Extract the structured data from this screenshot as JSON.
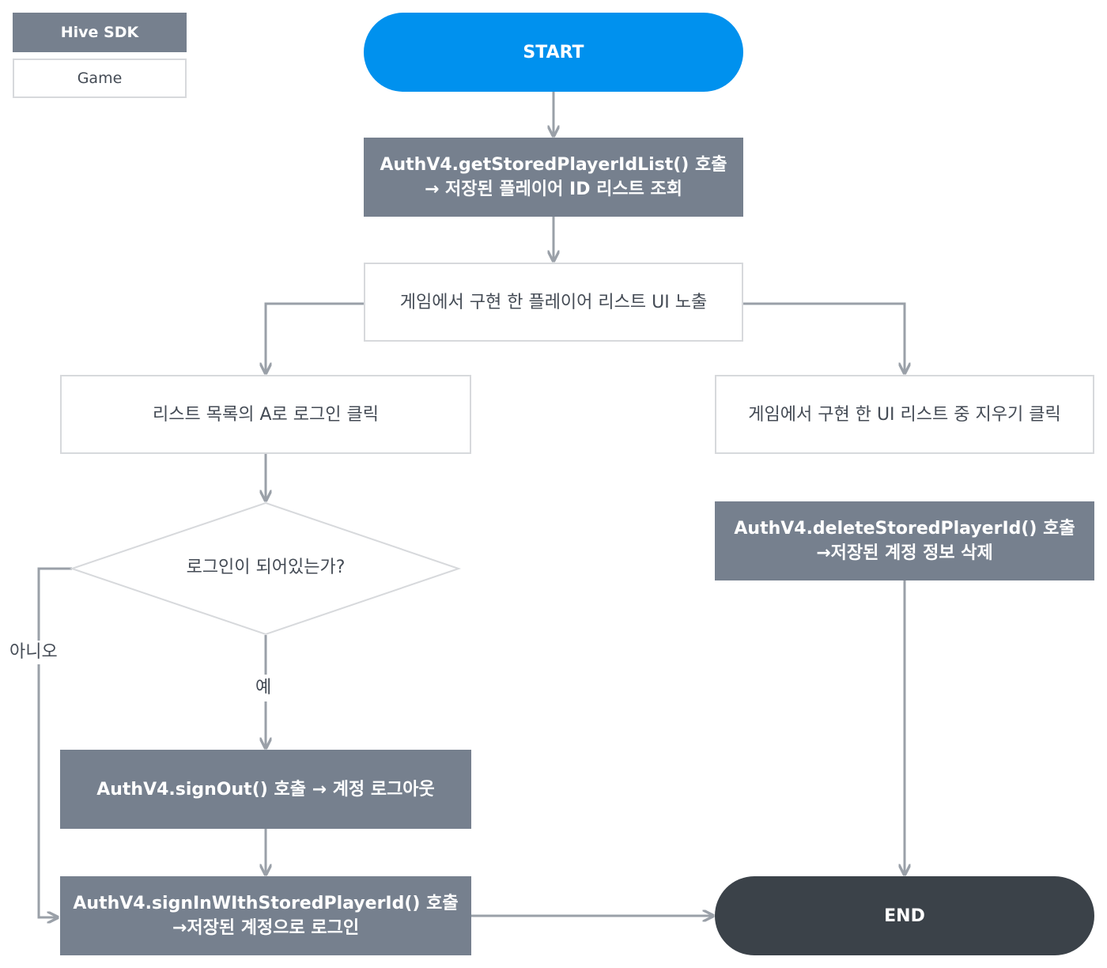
{
  "legend": {
    "sdk": "Hive SDK",
    "game": "Game"
  },
  "nodes": {
    "start": "START",
    "get_list": [
      "AuthV4.getStoredPlayerIdList() 호출",
      "→ 저장된 플레이어 ID 리스트 조회"
    ],
    "show_ui": "게임에서 구현 한 플레이어 리스트 UI 노출",
    "click_login": "리스트 목록의 A로 로그인 클릭",
    "click_delete": "게임에서 구현 한 UI 리스트 중 지우기 클릭",
    "is_logged_in": "로그인이 되어있는가?",
    "sign_out": "AuthV4.signOut() 호출 → 계정 로그아웃",
    "sign_in_stored": [
      "AuthV4.signInWIthStoredPlayerId() 호출",
      "→저장된 계정으로 로그인"
    ],
    "delete_stored": [
      "AuthV4.deleteStoredPlayerId() 호출",
      "→저장된 계정 정보 삭제"
    ],
    "end": "END"
  },
  "edge_labels": {
    "no": "아니오",
    "yes": "예"
  },
  "colors": {
    "sdk_fill": "#76808e",
    "game_border": "#d7d9dc",
    "start_fill": "#0091ee",
    "end_fill": "#3b4249",
    "connector": "#9aa0a8"
  }
}
